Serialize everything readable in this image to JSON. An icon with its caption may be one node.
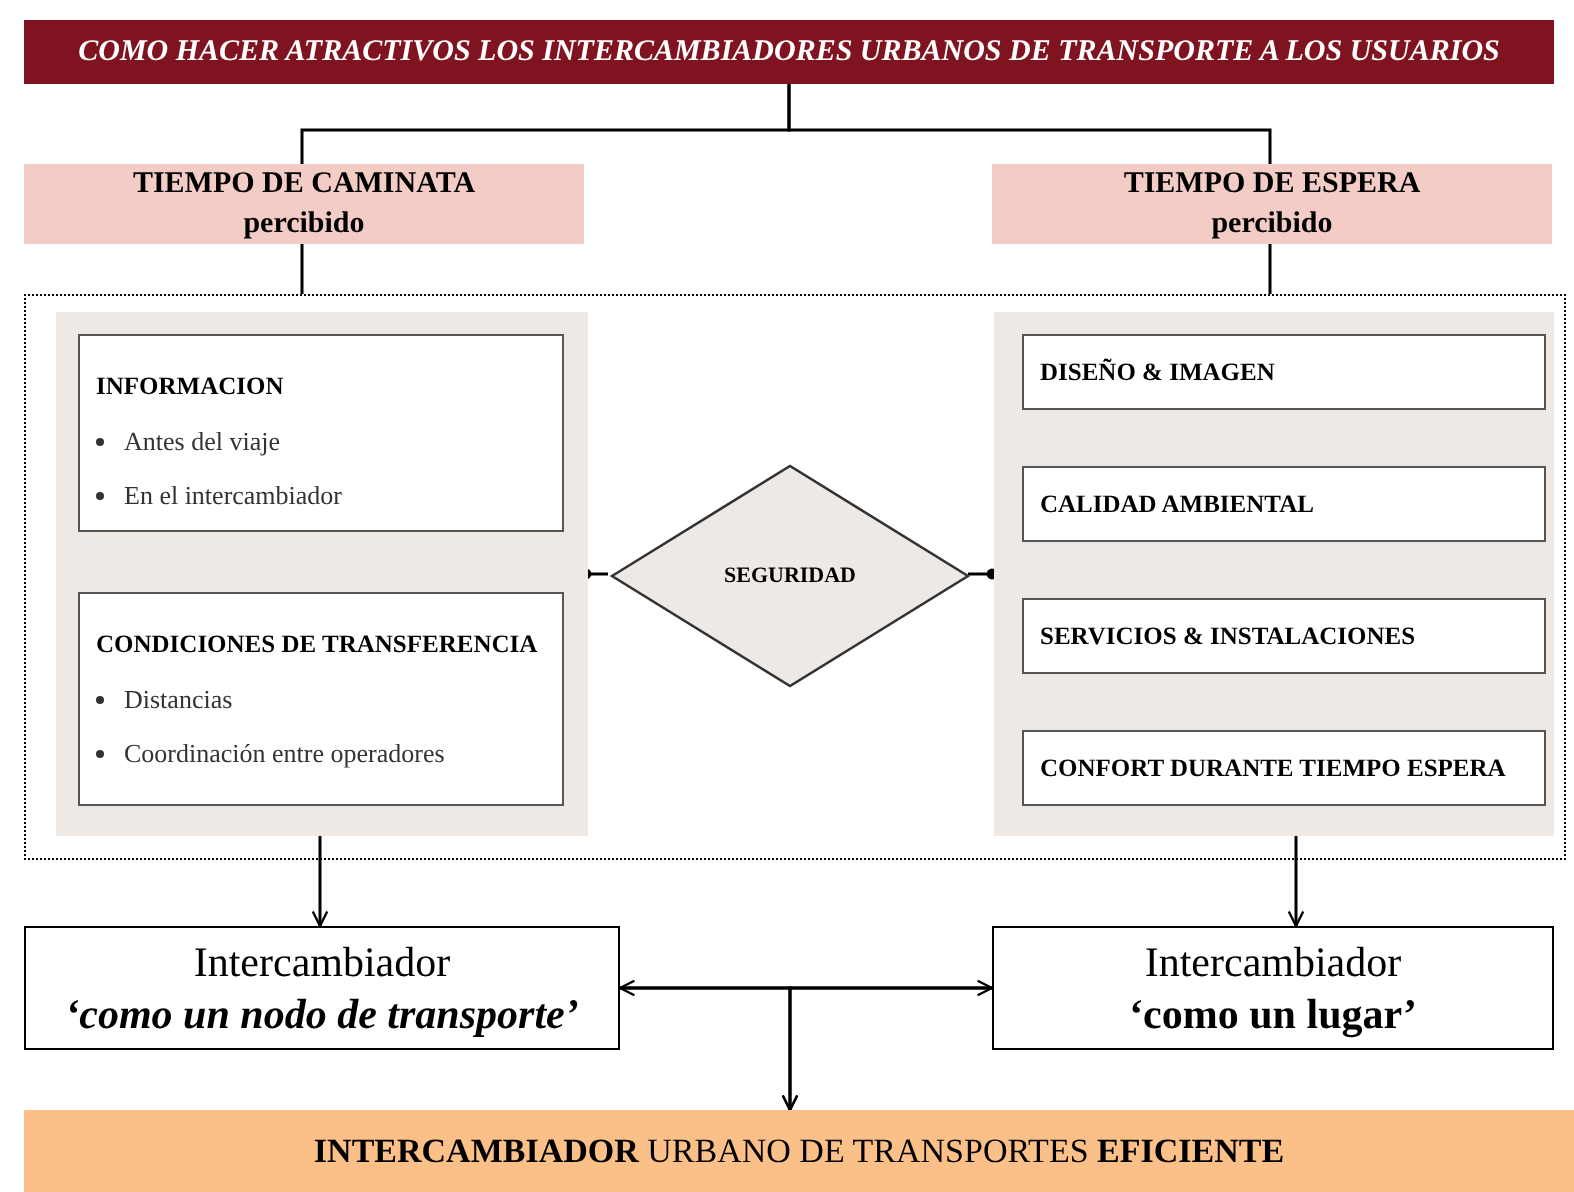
{
  "diagram": {
    "nodes": [
      {
        "text": [
          "COMO HACER ATRACTIVOS LOS INTERCAMBIADORES URBANOS DE TRANSPORTE A LOS USUARIOS"
        ]
      },
      {
        "text": [
          "TIEMPO DE CAMINATA",
          "percibido"
        ]
      },
      {
        "text": [
          "TIEMPO DE ESPERA",
          "percibido"
        ]
      },
      {
        "text": [],
        "shape": "box"
      },
      {
        "text": [],
        "shape": "box",
        "in": 3
      },
      {
        "text": [
          "INFORMACION",
          "Antes del viaje",
          "En el intercambiador"
        ],
        "in": 4
      },
      {
        "text": [
          "CONDICIONES DE TRANSFERENCIA",
          "Distancias",
          "Coordinación entre operadores"
        ],
        "in": 4
      },
      {
        "text": [
          "SEGURIDAD"
        ],
        "in": 3
      },
      {
        "text": [],
        "shape": "box",
        "in": 3
      },
      {
        "text": [
          "DISEÑO & IMAGEN"
        ],
        "in": 8
      },
      {
        "text": [
          "CALIDAD AMBIENTAL"
        ],
        "in": 8
      },
      {
        "text": [
          "SERVICIOS & INSTALACIONES"
        ],
        "in": 8
      },
      {
        "text": [
          "CONFORT DURANTE TIEMPO ESPERA"
        ],
        "in": 8
      },
      {
        "text": [
          "Intercambiador",
          "‘como un nodo de transporte’"
        ]
      },
      {
        "text": [
          "Intercambiador",
          "‘como un lugar’"
        ]
      },
      {
        "text": [
          "**INTERCAMBIADOR** URBANO DE TRANSPORTES **EFICIENTE**"
        ]
      }
    ],
    "edges": [
      {
        "from": 0,
        "to": 1,
        "arrow": "none"
      },
      {
        "from": 0,
        "to": 2,
        "arrow": "none"
      },
      {
        "from": 1,
        "to": 3,
        "arrow": "none"
      },
      {
        "from": 2,
        "to": 3,
        "arrow": "none"
      },
      {
        "from": 7,
        "to": 4,
        "arrow": "other"
      },
      {
        "from": 7,
        "to": 8,
        "arrow": "other"
      },
      {
        "from": 4,
        "to": 13,
        "arrow": "to"
      },
      {
        "from": 8,
        "to": 14,
        "arrow": "to"
      },
      {
        "from": 13,
        "to": 14,
        "arrow": "both"
      },
      {
        "from": 13,
        "to": 15,
        "arrow": "to"
      },
      {
        "from": 14,
        "to": 15,
        "arrow": "to"
      }
    ]
  }
}
